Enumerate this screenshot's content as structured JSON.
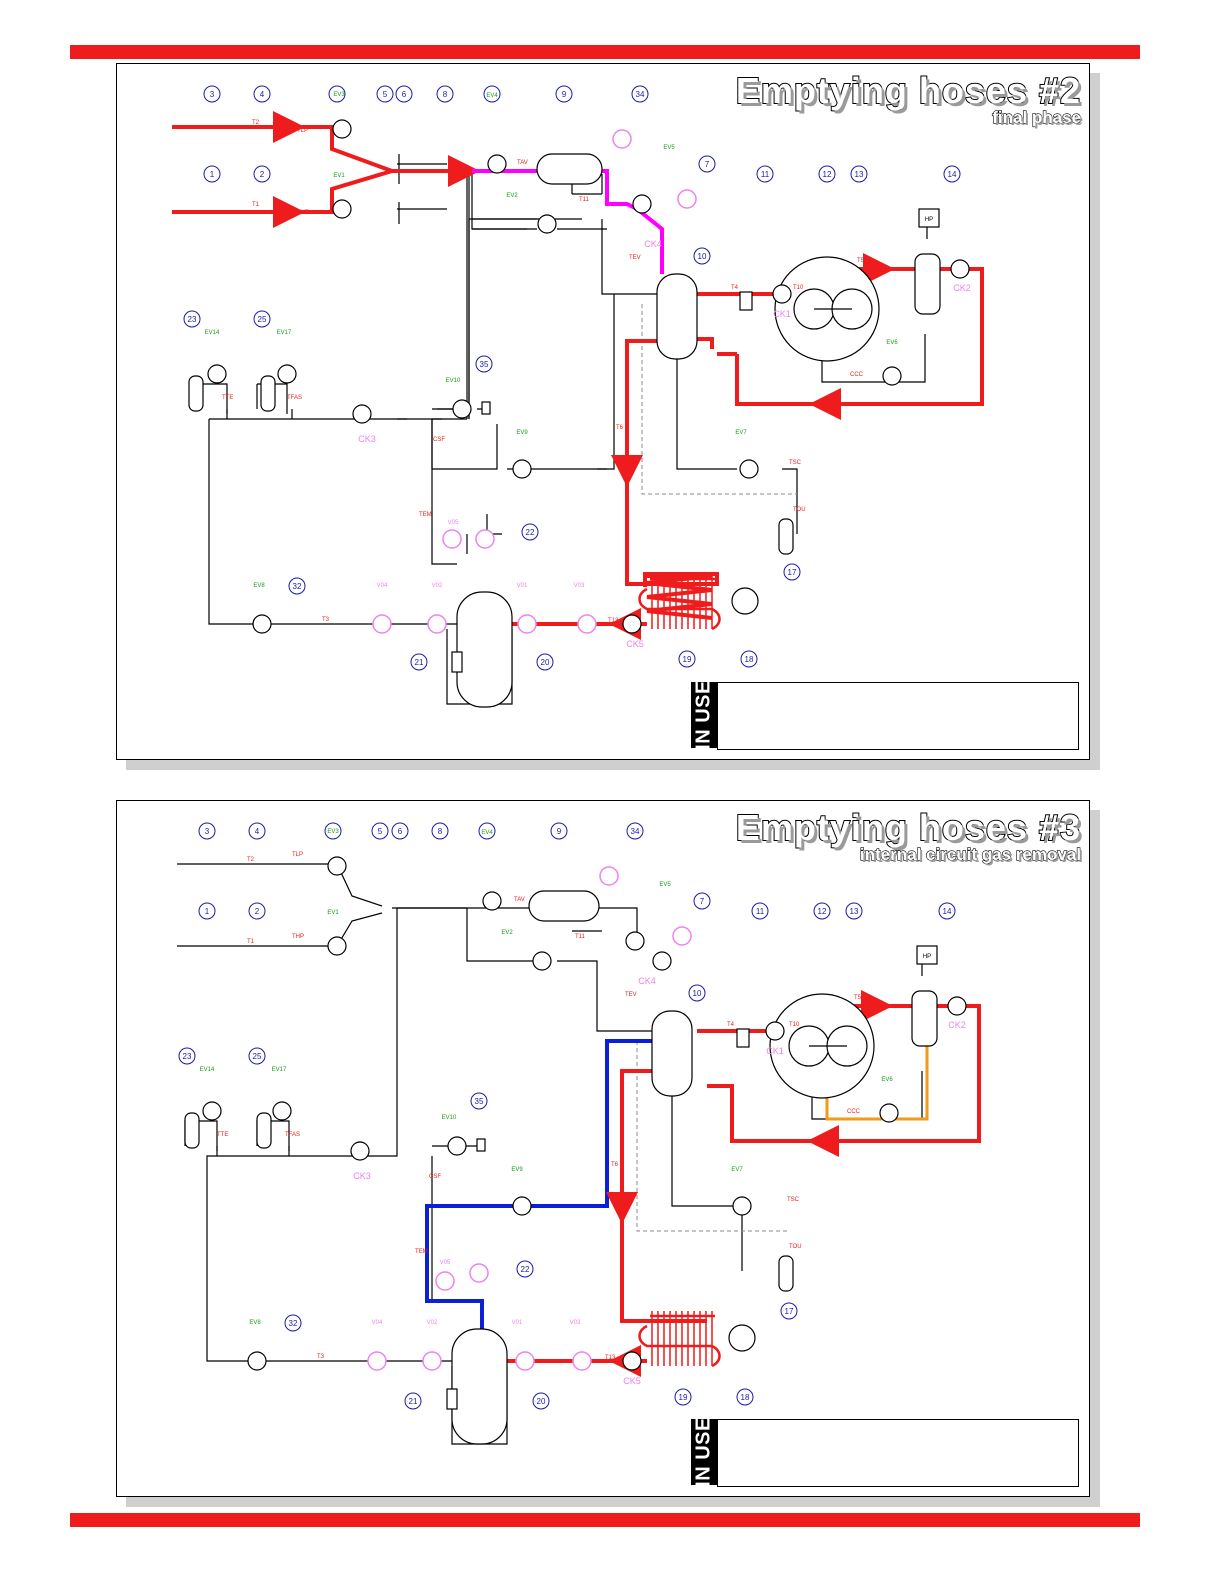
{
  "colors": {
    "accent_bar": "#ee1c1c",
    "hot_gas": "#ee1c1c",
    "hose_gas": "#ff00ff",
    "recovery_blue": "#0a1fd6",
    "oil_orange": "#f39a1a",
    "valve_pink": "#ee82ee",
    "label_blue": "#1a1aaa",
    "label_green": "#1a9a1a"
  },
  "panels": [
    {
      "title": "Emptying hoses #2",
      "subtitle": "final phase",
      "in_use_label": "IN USE",
      "active_circuits": [
        "hose-lines",
        "hot-gas-loop",
        "condenser-return",
        "recovery-cylinder"
      ]
    },
    {
      "title": "Emptying hoses #3",
      "subtitle": "internal circuit gas removal",
      "in_use_label": "IN USE",
      "active_circuits": [
        "hot-gas-loop",
        "condenser-return",
        "recovery-cylinder",
        "internal-gas-removal",
        "oil-return"
      ]
    }
  ],
  "diagram_labels": {
    "numbered_circles": [
      "3",
      "4",
      "1",
      "2",
      "5",
      "6",
      "8",
      "9",
      "34",
      "7",
      "11",
      "12",
      "13",
      "14",
      "10",
      "23",
      "25",
      "35",
      "22",
      "32",
      "21",
      "20",
      "19",
      "18",
      "17"
    ],
    "green_tags": [
      "EV3",
      "EV1",
      "EV4",
      "EV5",
      "EV2",
      "EV14",
      "EV17",
      "EV10",
      "EV9",
      "EV6",
      "EV7",
      "EV8"
    ],
    "pink_tags": [
      "V04",
      "V02",
      "V01",
      "V03",
      "V05"
    ],
    "component_tags": [
      "CK1",
      "CK2",
      "CK3",
      "CK4",
      "CK5",
      "HP"
    ],
    "temperature_tags": [
      "T2",
      "TLP",
      "T1",
      "THP",
      "TAV",
      "T11",
      "TEV",
      "T4",
      "T10",
      "T5",
      "TTE",
      "TFAS",
      "CSF",
      "T6",
      "T13",
      "TEM",
      "T3",
      "CCC",
      "TSC",
      "TOU"
    ]
  }
}
